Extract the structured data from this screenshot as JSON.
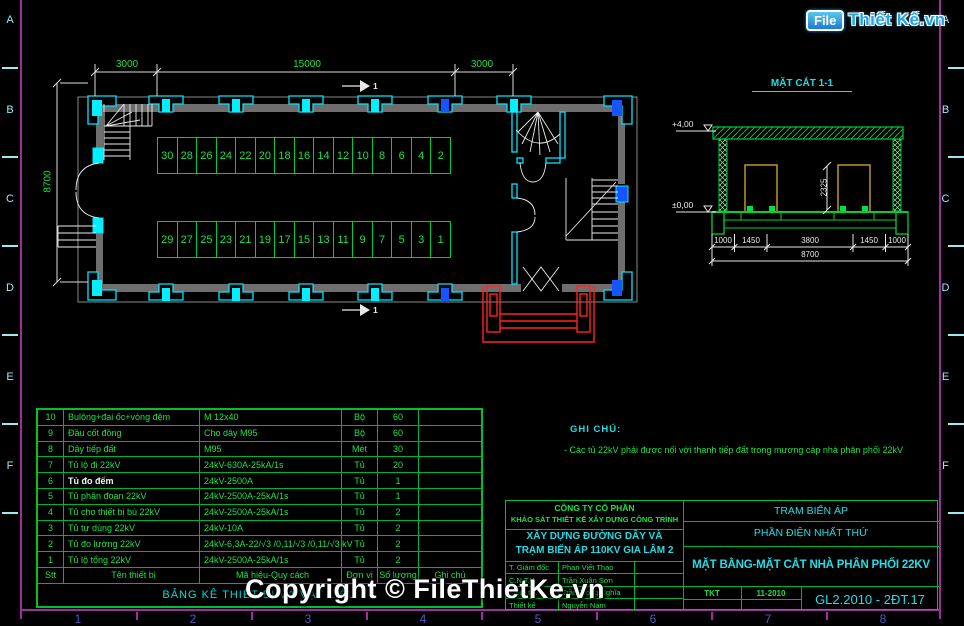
{
  "logo": {
    "folder_label": "File",
    "brand": "Thiết Kế.vn"
  },
  "watermark": "Copyright © FileThietKe.vn",
  "frame": {
    "zone_letters": [
      "A",
      "B",
      "C",
      "D",
      "E",
      "F"
    ],
    "zone_numbers_bottom": [
      "1",
      "2",
      "3",
      "4",
      "5",
      "6",
      "7",
      "8"
    ]
  },
  "plan": {
    "dims_top": [
      "3000",
      "15000",
      "3000"
    ],
    "dim_left": "8700",
    "section_flag": "1",
    "cabinets_top": [
      "30",
      "28",
      "26",
      "24",
      "22",
      "20",
      "18",
      "16",
      "14",
      "12",
      "10",
      "8",
      "6",
      "4",
      "2"
    ],
    "cabinets_bottom": [
      "29",
      "27",
      "25",
      "23",
      "21",
      "19",
      "17",
      "15",
      "13",
      "11",
      "9",
      "7",
      "5",
      "3",
      "1"
    ]
  },
  "section": {
    "title": "MẶT CẮT 1-1",
    "elev_top": "+4,00",
    "elev_zero": "±0,00",
    "dim_height": "2325",
    "dims_bottom": [
      "1000",
      "1450",
      "3800",
      "1450",
      "1000"
    ],
    "dim_total": "8700"
  },
  "notes": {
    "heading": "GHI CHÚ:",
    "items": [
      "- Các tủ 22kV phải được nối với thanh tiếp đất trong mương cáp nhà phân phối 22kV"
    ]
  },
  "equipment_table": {
    "caption": "BẢNG KÊ THIẾT BỊ VÀ VẬT LIỆU",
    "headers": [
      "Stt",
      "Tên thiết bị",
      "Mã hiệu-Quy cách",
      "Đơn vị",
      "Số lượng",
      "Ghi chú"
    ],
    "rows": [
      [
        "10",
        "Bulông+đai ốc+vòng đệm",
        "M 12x40",
        "Bộ",
        "60",
        ""
      ],
      [
        "9",
        "Đầu cốt đồng",
        "Cho dây M95",
        "Bộ",
        "60",
        ""
      ],
      [
        "8",
        "Dây tiếp đất",
        "M95",
        "Mét",
        "30",
        ""
      ],
      [
        "7",
        "Tủ lộ đi 22kV",
        "24kV-630A-25kA/1s",
        "Tủ",
        "20",
        ""
      ],
      [
        "6",
        "Tủ đo đếm",
        "24kV-2500A",
        "Tủ",
        "1",
        ""
      ],
      [
        "5",
        "Tủ phân đoạn 22kV",
        "24kV-2500A-25kA/1s",
        "Tủ",
        "1",
        ""
      ],
      [
        "4",
        "Tủ cho thiết bị bù 22kV",
        "24kV-2500A-25kA/1s",
        "Tủ",
        "2",
        ""
      ],
      [
        "3",
        "Tủ tự dùng 22kV",
        "24kV-10A",
        "Tủ",
        "2",
        ""
      ],
      [
        "2",
        "Tủ đo lường 22kV",
        "24kV-6,3A-22/√3 /0,11/√3 /0,11/√3 kV",
        "Tủ",
        "2",
        ""
      ],
      [
        "1",
        "Tủ lộ tổng 22kV",
        "24kV-2500A-25kA/1s",
        "Tủ",
        "2",
        ""
      ]
    ]
  },
  "title_block": {
    "company_line1": "CÔNG TY CỔ PHẦN",
    "company_line2": "KHẢO SÁT THIẾT KẾ XÂY DỰNG CÔNG TRÌNH",
    "project_line1": "XÂY DỰNG ĐƯỜNG DÂY VÀ",
    "project_line2": "TRẠM BIẾN ÁP 110KV GIA LÂM 2",
    "station": "TRẠM BIẾN ÁP",
    "part": "PHẦN ĐIỆN NHẤT THỨ",
    "drawing_title": "MẶT BẰNG-MẶT CẮT NHÀ PHÂN PHỐI 22KV",
    "signers": [
      {
        "role": "T. Giám đốc",
        "name": "Phan Viết Thạo"
      },
      {
        "role": "C.N T.K.",
        "name": "Trần Xuân Sơn"
      },
      {
        "role": "Kiểm tra",
        "name": "Trần Trọng Nghĩa"
      },
      {
        "role": "Thiết kế",
        "name": "Nguyễn Nam"
      }
    ],
    "stage": "TKT",
    "date": "11-2010",
    "drawing_no": "GL2.2010 - 2ĐT.17"
  },
  "colors": {
    "border_magenta": "#9B2F9B",
    "cad_green": "#00C030",
    "cad_cyan": "#00E5FF",
    "text_cyan": "#22DDE5",
    "cabinet_yellow": "#C9A227",
    "entrance_red": "#FF2222"
  }
}
